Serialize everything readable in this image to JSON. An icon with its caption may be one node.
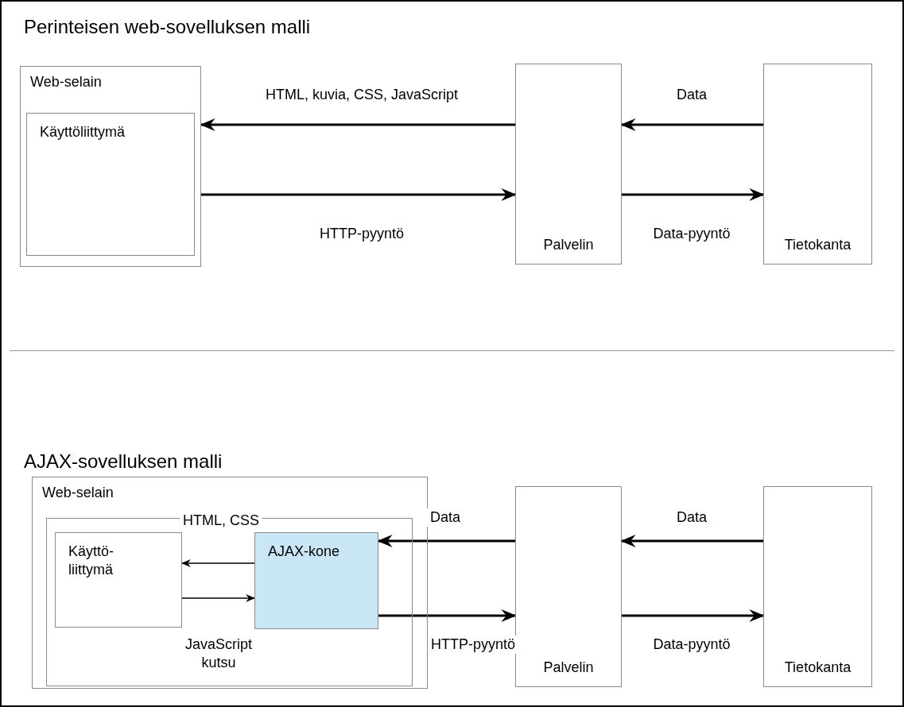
{
  "diagram": {
    "nodes": [
      {
        "text": [
          "Web-selain"
        ]
      },
      {
        "text": [
          "Käyttöliittymä"
        ],
        "in": 0
      },
      {
        "text": [
          "Palvelin"
        ]
      },
      {
        "text": [
          "Tietokanta"
        ]
      },
      {
        "text": [
          "Web-selain"
        ]
      },
      {
        "text": [],
        "shape": "box",
        "in": 4
      },
      {
        "text": [
          "Käyttö- liittymä"
        ],
        "in": 5
      },
      {
        "text": [
          "AJAX-kone"
        ],
        "in": 5
      },
      {
        "text": [
          "Palvelin"
        ]
      },
      {
        "text": [
          "Tietokanta"
        ]
      }
    ],
    "edges": [
      {
        "from": 2,
        "to": 0,
        "arrow": "to",
        "label": "HTML, kuvia, CSS, JavaScript"
      },
      {
        "from": 0,
        "to": 2,
        "arrow": "to",
        "label": "HTTP-pyyntö"
      },
      {
        "from": 3,
        "to": 2,
        "arrow": "to",
        "label": "Data"
      },
      {
        "from": 2,
        "to": 3,
        "arrow": "to",
        "label": "Data-pyyntö"
      },
      {
        "from": 7,
        "to": 6,
        "arrow": "to",
        "label": "HTML, CSS"
      },
      {
        "from": 6,
        "to": 7,
        "arrow": "to",
        "label": "JavaScript kutsu"
      },
      {
        "from": 8,
        "to": 7,
        "arrow": "to",
        "label": "Data"
      },
      {
        "from": 7,
        "to": 8,
        "arrow": "to",
        "label": "HTTP-pyyntö"
      },
      {
        "from": 9,
        "to": 8,
        "arrow": "to",
        "label": "Data"
      },
      {
        "from": 8,
        "to": 9,
        "arrow": "to",
        "label": "Data-pyyntö"
      }
    ],
    "labels": [
      "Perinteisen web-sovelluksen malli",
      "AJAX-sovelluksen malli"
    ]
  }
}
